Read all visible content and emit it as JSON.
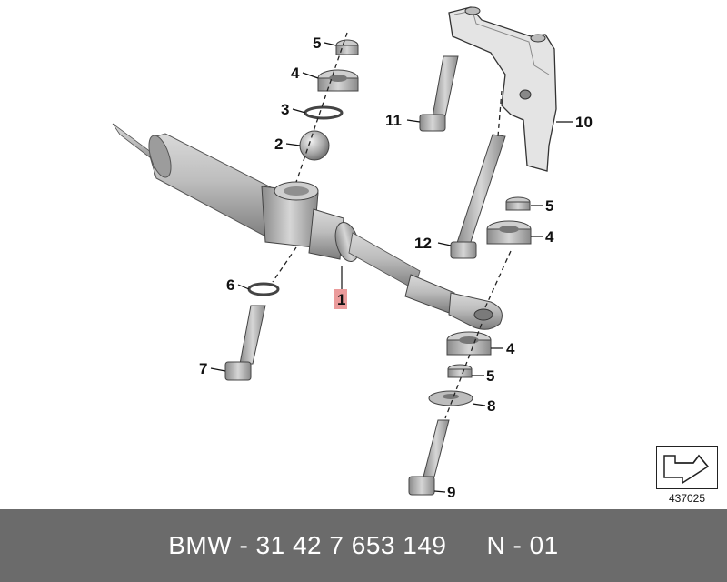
{
  "callouts": {
    "c1": "1",
    "c2": "2",
    "c3": "3",
    "c4a": "4",
    "c4b": "4",
    "c4c": "4",
    "c5a": "5",
    "c5b": "5",
    "c5c": "5",
    "c6": "6",
    "c7": "7",
    "c8": "8",
    "c9": "9",
    "c10": "10",
    "c11": "11",
    "c12": "12"
  },
  "highlight_color": "#e88a8a",
  "reference_number": "437025",
  "footer": {
    "part_code": "BMW - 31 42 7 653 149",
    "index": "N - 01"
  },
  "icons": {
    "reference_box": "arrow-corner-icon"
  }
}
